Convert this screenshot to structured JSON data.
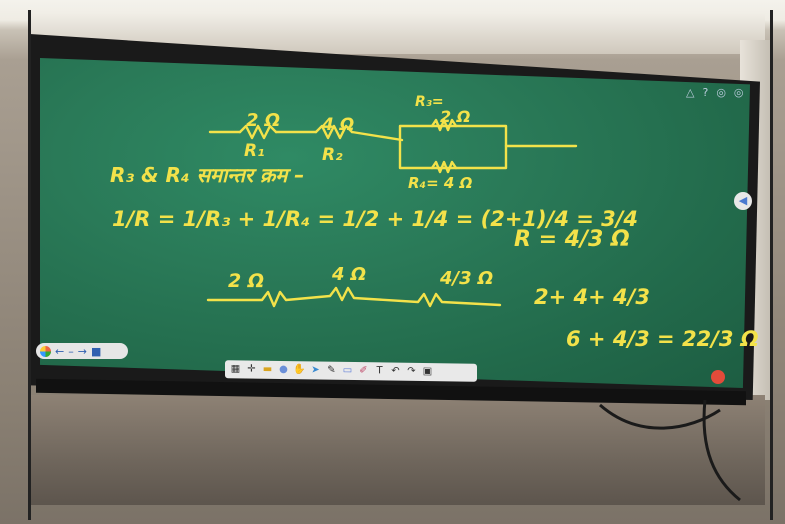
{
  "board": {
    "line1": {
      "r3_label": "R₃=",
      "r3_value": "2 Ω",
      "r1_value": "2 Ω",
      "r2_value": "4 Ω",
      "r1_label": "R₁",
      "r2_label": "R₂",
      "r4_label": "R₄= 4 Ω"
    },
    "line2": "R₃ & R₄  समान्तर क्रम –",
    "eq": {
      "lhs": "1/R = 1/R₃ + 1/R₄ = 1/2 + 1/4 = (2+1)/4 = 3/4",
      "result": "R = 4/3 Ω"
    },
    "line4": {
      "a": "2 Ω",
      "b": "4 Ω",
      "c": "4/3 Ω"
    },
    "sum1": "2+ 4+ 4/3",
    "sum2": "6 + 4/3 = 22/3 Ω"
  },
  "toolbar": {
    "icons": [
      "grid-icon",
      "move-icon",
      "folder-icon",
      "palette-icon",
      "hand-icon",
      "pointer-icon",
      "pen-icon",
      "eraser-icon",
      "brush-icon",
      "text-icon",
      "undo-icon",
      "redo-icon",
      "screen-icon"
    ],
    "glyphs": [
      "▦",
      "✛",
      "▬",
      "●",
      "✋",
      "➤",
      "✎",
      "▭",
      "✐",
      "T",
      "↶",
      "↷",
      "▣"
    ]
  },
  "nav": {
    "back": "←",
    "dash": "–",
    "forward": "→",
    "square": "■"
  },
  "corner": {
    "a": "△",
    "b": "?",
    "c": "◎",
    "d": "◎"
  },
  "side_button": "◀",
  "colors": {
    "board": "#2a7a58",
    "ink": "#f3e24a",
    "bezel": "#1a1a1a"
  }
}
